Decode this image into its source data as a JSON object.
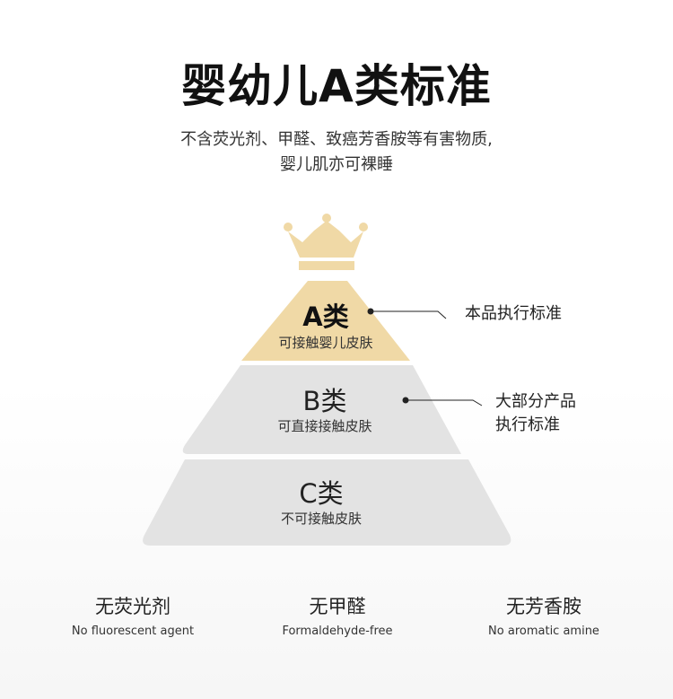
{
  "title": "婴幼儿A类标准",
  "subtitle": {
    "line1": "不含荧光剂、甲醛、致癌芳香胺等有害物质,",
    "line2": "婴儿肌亦可裸睡"
  },
  "pyramid": {
    "tiers": [
      {
        "title": "A类",
        "subtitle": "可接触婴儿皮肤",
        "color": "#f0d9a6"
      },
      {
        "title": "B类",
        "subtitle": "可直接接触皮肤",
        "color": "#e3e3e3"
      },
      {
        "title": "C类",
        "subtitle": "不可接触皮肤",
        "color": "#e3e3e3"
      }
    ],
    "crown_color": "#f0d9a6"
  },
  "callouts": {
    "a": {
      "line1": "本品执行标准"
    },
    "b": {
      "line1": "大部分产品",
      "line2": "执行标准"
    }
  },
  "features": [
    {
      "zh": "无荧光剂",
      "en": "No fluorescent agent"
    },
    {
      "zh": "无甲醛",
      "en": "Formaldehyde-free"
    },
    {
      "zh": "无芳香胺",
      "en": "No aromatic amine"
    }
  ]
}
